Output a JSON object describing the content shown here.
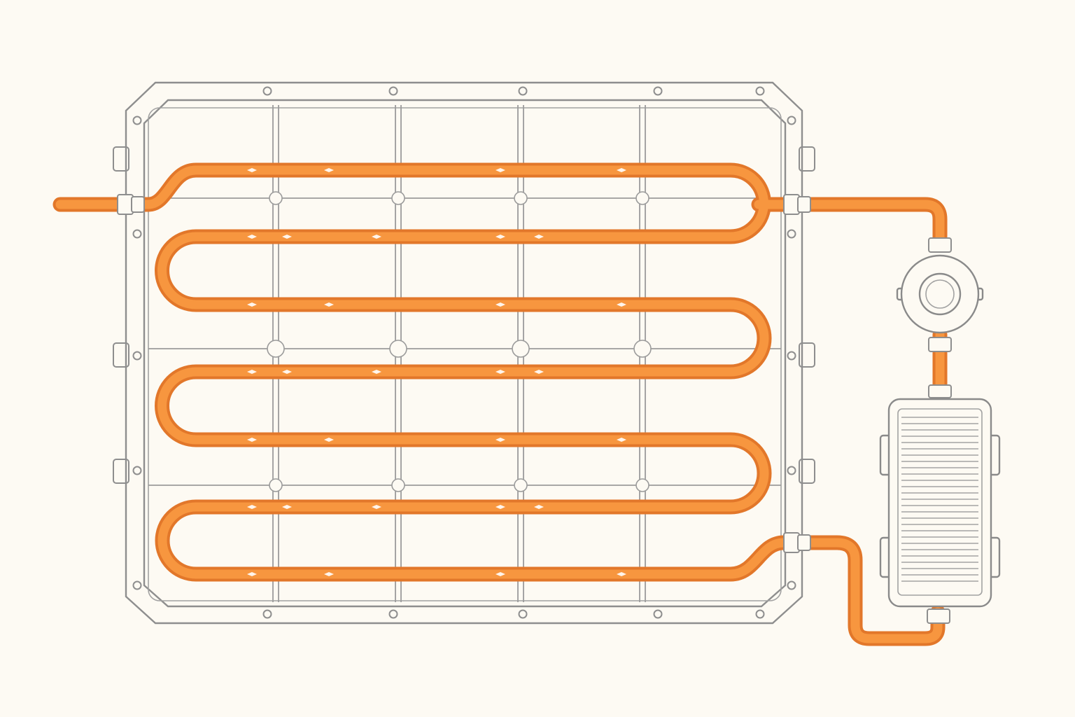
{
  "diagram": {
    "components": [
      "battery-pack-tray",
      "serpentine-cooling-pipe",
      "coolant-pump",
      "radiator"
    ],
    "colors": {
      "background": "#fdfaf3",
      "frame_stroke": "#8e8e8e",
      "pipe_fill": "#f7963f",
      "pipe_edge": "#e2772a",
      "pipe_glint": "#ffffff"
    },
    "icons": [
      "pump-icon",
      "radiator-icon",
      "inlet-fitting-icon",
      "outlet-fitting-icon"
    ]
  }
}
